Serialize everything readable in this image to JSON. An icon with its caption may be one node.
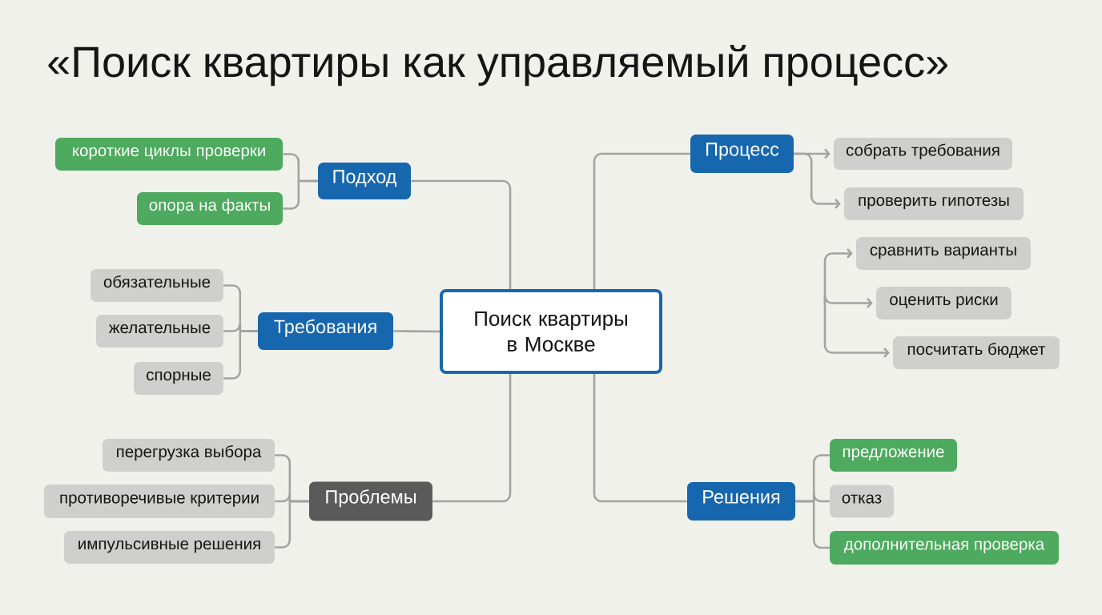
{
  "diagram": {
    "title": "«Поиск квартиры как управляемый процесс»",
    "nodes": [
      {
        "text": [
          "Поиск квартиры в Москве"
        ]
      },
      {
        "text": [
          "Подход"
        ]
      },
      {
        "text": [
          "короткие циклы проверки"
        ]
      },
      {
        "text": [
          "опора на факты"
        ]
      },
      {
        "text": [
          "Требования"
        ]
      },
      {
        "text": [
          "обязательные"
        ]
      },
      {
        "text": [
          "желательные"
        ]
      },
      {
        "text": [
          "спорные"
        ]
      },
      {
        "text": [
          "Проблемы"
        ]
      },
      {
        "text": [
          "перегрузка выбора"
        ]
      },
      {
        "text": [
          "противоречивые критерии"
        ]
      },
      {
        "text": [
          "импульсивные решения"
        ]
      },
      {
        "text": [
          "Процесс"
        ]
      },
      {
        "text": [
          "собрать требования"
        ]
      },
      {
        "text": [
          "проверить гипотезы"
        ]
      },
      {
        "text": [
          "сравнить варианты"
        ]
      },
      {
        "text": [
          "оценить риски"
        ]
      },
      {
        "text": [
          "посчитать бюджет"
        ]
      },
      {
        "text": [
          "Решения"
        ]
      },
      {
        "text": [
          "предложение"
        ]
      },
      {
        "text": [
          "отказ"
        ]
      },
      {
        "text": [
          "дополнительная проверка"
        ]
      }
    ],
    "edges": [
      {
        "from": 0,
        "to": 1,
        "arrow": "none"
      },
      {
        "from": 0,
        "to": 4,
        "arrow": "none"
      },
      {
        "from": 0,
        "to": 8,
        "arrow": "none"
      },
      {
        "from": 0,
        "to": 12,
        "arrow": "none"
      },
      {
        "from": 0,
        "to": 18,
        "arrow": "none"
      },
      {
        "from": 1,
        "to": 2,
        "arrow": "none"
      },
      {
        "from": 1,
        "to": 3,
        "arrow": "none"
      },
      {
        "from": 4,
        "to": 5,
        "arrow": "none"
      },
      {
        "from": 4,
        "to": 6,
        "arrow": "none"
      },
      {
        "from": 4,
        "to": 7,
        "arrow": "none"
      },
      {
        "from": 8,
        "to": 9,
        "arrow": "none"
      },
      {
        "from": 8,
        "to": 10,
        "arrow": "none"
      },
      {
        "from": 8,
        "to": 11,
        "arrow": "none"
      },
      {
        "from": 12,
        "to": 13,
        "arrow": "to"
      },
      {
        "from": 12,
        "to": 14,
        "arrow": "to"
      },
      {
        "from": null,
        "to": 15,
        "arrow": "to"
      },
      {
        "from": null,
        "to": 16,
        "arrow": "to"
      },
      {
        "from": null,
        "to": 17,
        "arrow": "to"
      },
      {
        "from": 18,
        "to": 19,
        "arrow": "none"
      },
      {
        "from": 18,
        "to": 20,
        "arrow": "none"
      },
      {
        "from": 18,
        "to": 21,
        "arrow": "none"
      }
    ]
  }
}
